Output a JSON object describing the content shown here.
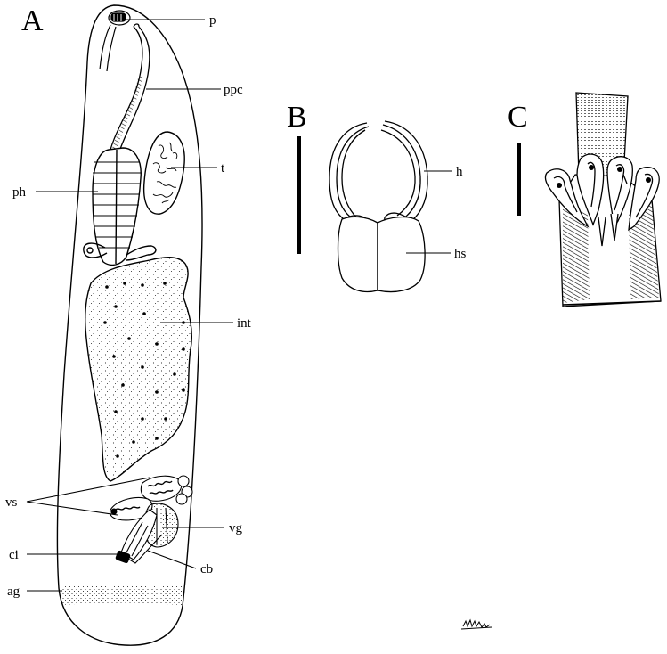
{
  "panels": {
    "a": "A",
    "b": "B",
    "c": "C"
  },
  "labels": {
    "p": "p",
    "ppc": "ppc",
    "t": "t",
    "ph": "ph",
    "int": "int",
    "vs": "vs",
    "vg": "vg",
    "ci": "ci",
    "cb": "cb",
    "ag": "ag",
    "h": "h",
    "hs": "hs"
  },
  "colors": {
    "ink": "#000000",
    "paper": "#ffffff"
  }
}
